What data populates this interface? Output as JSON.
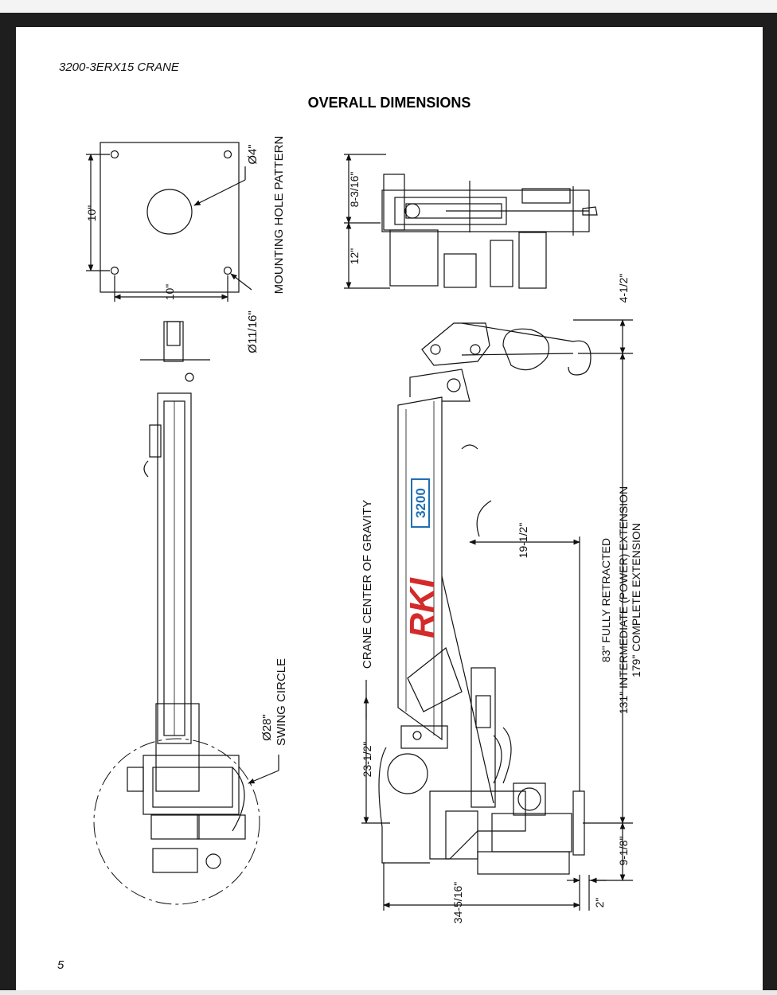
{
  "document": {
    "title": "3200-3ERX15 CRANE",
    "section_title": "OVERALL DIMENSIONS",
    "page_number": "5"
  },
  "mounting": {
    "label": "MOUNTING HOLE PATTERN",
    "width": "10\"",
    "height": "10\"",
    "center_hole": "Ø4\"",
    "bolt_hole": "Ø11/16\""
  },
  "top_view": {
    "dim_a": "8-3/16\"",
    "dim_b": "12\""
  },
  "swing": {
    "diameter": "Ø28\"",
    "label": "SWING CIRCLE"
  },
  "side_view": {
    "cog_label": "CRANE CENTER OF GRAVITY",
    "brand": "RKI",
    "model": "3200",
    "dim_hook_top": "4-1/2\"",
    "dim_cog_reach": "19-1/2\"",
    "dim_cog_height": "23-1/2\"",
    "dim_base_width": "34-5/16\"",
    "dim_base_offset": "2\"",
    "dim_mount_height": "9-1/8\"",
    "extension_1": "83\" FULLY RETRACTED",
    "extension_2": "131\" INTERMEDIATE (POWER) EXTENSION",
    "extension_3": "179\" COMPLETE EXTENSION"
  },
  "colors": {
    "line": "#111111",
    "brand_red": "#d42a2a",
    "model_blue": "#1f6fb5"
  }
}
